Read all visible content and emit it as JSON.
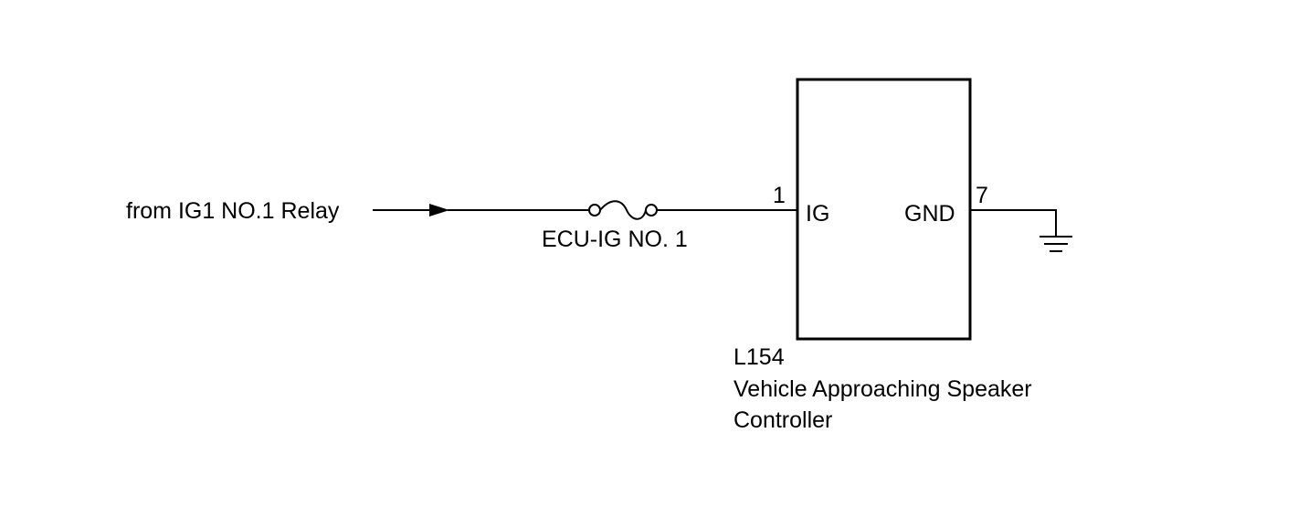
{
  "source": {
    "label": "from IG1 NO.1 Relay"
  },
  "fuse": {
    "label": "ECU-IG NO. 1"
  },
  "component": {
    "code": "L154",
    "name_line1": "Vehicle Approaching Speaker",
    "name_line2": "Controller",
    "pins": {
      "ig_number": "1",
      "ig_label": "IG",
      "gnd_number": "7",
      "gnd_label": "GND"
    }
  },
  "icons": {
    "fuse": "fuse-icon",
    "ground": "ground-icon",
    "arrow": "arrow-right-icon"
  },
  "colors": {
    "line": "#000000",
    "background": "#ffffff"
  }
}
